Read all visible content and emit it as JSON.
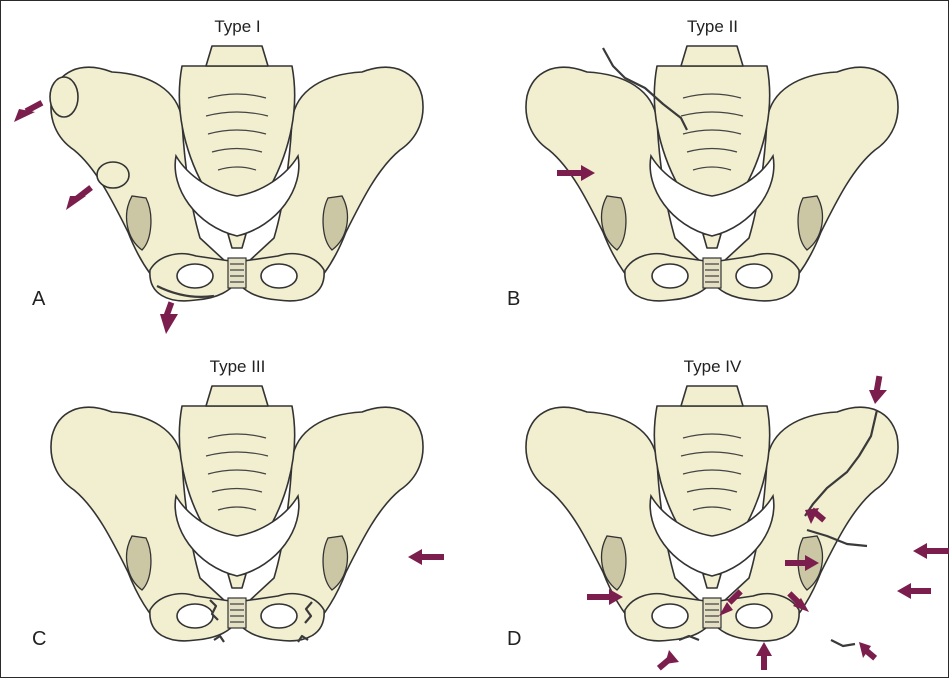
{
  "panels": [
    {
      "letter": "A",
      "title": "Type I"
    },
    {
      "letter": "B",
      "title": "Type II"
    },
    {
      "letter": "C",
      "title": "Type III"
    },
    {
      "letter": "D",
      "title": "Type IV"
    }
  ],
  "colors": {
    "bone": "#f2eed0",
    "arrow": "#7b1e4d",
    "shade": "#cbc6a4"
  }
}
